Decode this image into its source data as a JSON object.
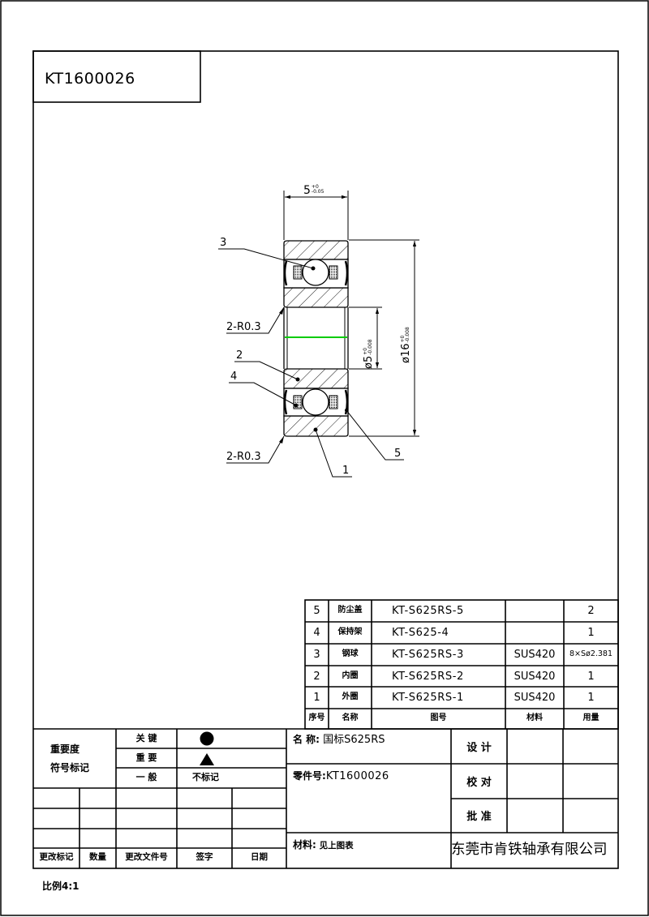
{
  "drawing_number": "KT1600026",
  "colors": {
    "line": "#000000",
    "center_line": "#00cc00",
    "background": "#ffffff"
  },
  "drawing": {
    "width_dim": {
      "nominal": "5",
      "upper": "+0",
      "lower": "-0.05"
    },
    "bore_dim": {
      "prefix": "ø",
      "nominal": "5",
      "upper": "+0",
      "lower": "-0.008"
    },
    "outer_dim": {
      "prefix": "ø",
      "nominal": "16",
      "upper": "+0",
      "lower": "-0.008"
    },
    "radius_labels": [
      "2-R0.3",
      "2-R0.3"
    ],
    "balloons": [
      "3",
      "2",
      "4",
      "1",
      "5"
    ]
  },
  "parts_table": {
    "headers": [
      "序号",
      "名称",
      "图号",
      "材料",
      "用量"
    ],
    "rows": [
      {
        "no": "5",
        "name": "防尘盖",
        "code": "KT-S625RS-5",
        "material": "",
        "qty": "2"
      },
      {
        "no": "4",
        "name": "保持架",
        "code": "KT-S625-4",
        "material": "",
        "qty": "1"
      },
      {
        "no": "3",
        "name": "钢球",
        "code": "KT-S625RS-3",
        "material": "SUS420",
        "qty": "8×Sø2.381"
      },
      {
        "no": "2",
        "name": "内圈",
        "code": "KT-S625RS-2",
        "material": "SUS420",
        "qty": "1"
      },
      {
        "no": "1",
        "name": "外圈",
        "code": "KT-S625RS-1",
        "material": "SUS420",
        "qty": "1"
      }
    ]
  },
  "title_block": {
    "importance": {
      "label_line1": "重要度",
      "label_line2": "符号标记",
      "levels": [
        {
          "name": "关 键",
          "symbol": "circle"
        },
        {
          "name": "重 要",
          "symbol": "triangle"
        },
        {
          "name": "一 般",
          "symbol_text": "不标记"
        }
      ]
    },
    "revision_headers": [
      "更改标记",
      "数量",
      "更改文件号",
      "签字",
      "日期"
    ],
    "name_label": "名 称:",
    "name_value": "国标S625RS",
    "part_no_label": "零件号:",
    "part_no_value": "KT1600026",
    "material_label": "材料:",
    "material_value": "见上图表",
    "signoffs": [
      "设 计",
      "校 对",
      "批 准"
    ],
    "company": "东莞市肯铁轴承有限公司"
  },
  "scale": "比例4:1"
}
